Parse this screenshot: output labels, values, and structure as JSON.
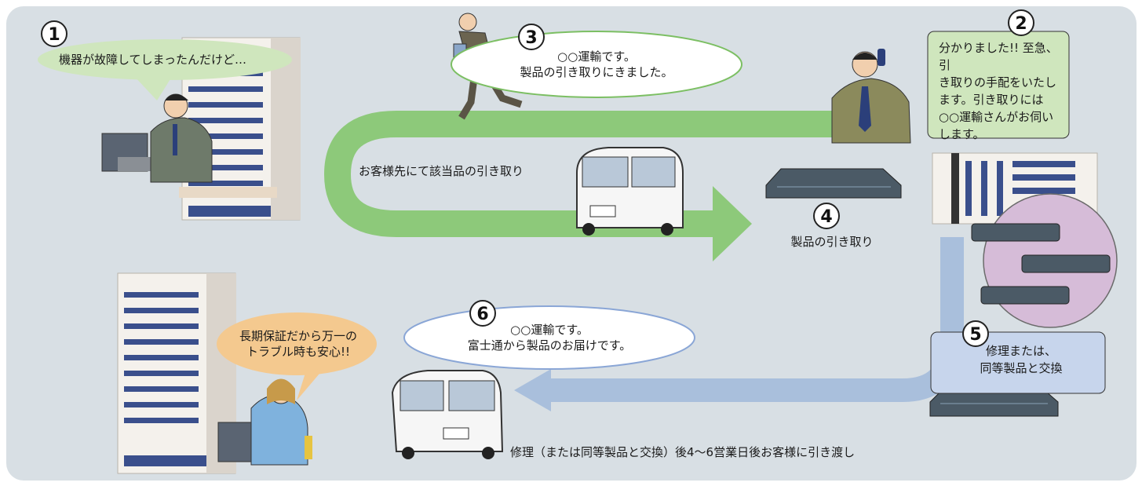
{
  "steps": [
    {
      "num": "1",
      "lines": [
        "機器が故障してしまったんだけど…"
      ]
    },
    {
      "num": "2",
      "lines": [
        "分かりました!! 至急、引",
        "き取りの手配をいたし",
        "ます。引き取りには",
        "○○運輸さんがお伺い",
        "します。"
      ]
    },
    {
      "num": "3",
      "lines": [
        "○○運輸です。",
        "製品の引き取りにきました。"
      ]
    },
    {
      "num": "4",
      "lines": [
        "製品の引き取り"
      ]
    },
    {
      "num": "5",
      "lines": [
        "修理または、",
        "同等製品と交換"
      ]
    },
    {
      "num": "6",
      "lines": [
        "○○運輸です。",
        "富士通から製品のお届けです。"
      ]
    }
  ],
  "labels": {
    "pickup": "お客様先にて該当品の引き取り",
    "delivery": "修理（または同等製品と交換）後4〜6営業日後お客様に引き渡し",
    "customer_relief": [
      "長期保証だから万一の",
      "トラブル時も安心!!"
    ]
  },
  "colors": {
    "background": "#d8dfe4",
    "green_arrow": "#8dc97a",
    "blue_arrow": "#a9bfdc",
    "green_bubble": "#cfe6bd",
    "blue_box": "#c7d5ec",
    "orange_bubble": "#f4c98f",
    "pink_circle": "#d6bcd8"
  }
}
